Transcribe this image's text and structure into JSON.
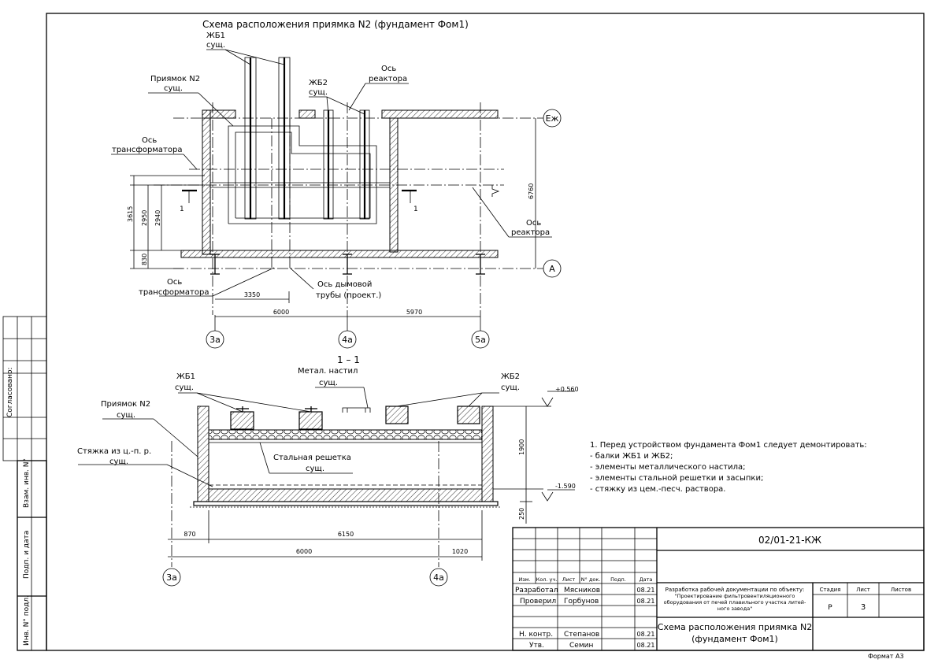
{
  "plan": {
    "title": "Схема расположения приямка N2 (фундамент Фом1)",
    "zhb1": [
      "ЖБ1",
      "сущ."
    ],
    "zhb2": [
      "ЖБ2",
      "сущ."
    ],
    "pit": [
      "Приямок N2",
      "сущ."
    ],
    "axis_reactor_top": [
      "Ось",
      "реактора"
    ],
    "axis_reactor_right": [
      "Ось",
      "реактора"
    ],
    "axis_transformer_left": [
      "Ось",
      "трансформатора"
    ],
    "axis_transformer_bottom": [
      "Ось",
      "трансформатора"
    ],
    "axis_chimney": [
      "Ось дымовой",
      "трубы (проект.)"
    ],
    "grid_e": "Еж",
    "grid_a": "А",
    "grid_3a": "3а",
    "grid_4a": "4а",
    "grid_5a": "5а",
    "section_mark": "1",
    "dims": {
      "d3615": "3615",
      "d2950": "2950",
      "d2940": "2940",
      "d830": "830",
      "d6760": "6760",
      "d3350": "3350",
      "d6000": "6000",
      "d5970": "5970"
    }
  },
  "section": {
    "title": "1 – 1",
    "metal_deck": [
      "Метал. настил",
      "сущ."
    ],
    "zhb1": [
      "ЖБ1",
      "сущ."
    ],
    "zhb2": [
      "ЖБ2",
      "сущ."
    ],
    "pit": [
      "Приямок N2",
      "сущ."
    ],
    "screed": [
      "Стяжка из ц.-п. р.",
      "сущ."
    ],
    "grate": [
      "Стальная решетка",
      "сущ."
    ],
    "level_top": "+0.560",
    "level_bottom": "-1.590",
    "dims": {
      "d1900": "1900",
      "d250": "250",
      "d870": "870",
      "d6150": "6150",
      "d6000": "6000",
      "d1020": "1020"
    },
    "grid_3a": "3а",
    "grid_4a": "4а"
  },
  "notes": [
    "1. Перед устройством фундамента Фом1 следует демонтировать:",
    "- балки ЖБ1 и ЖБ2;",
    "- элементы металлического настила;",
    "- элементы стальной решетки и засыпки;",
    "- стяжку из цем.-песч. раствора."
  ],
  "side_stamp": [
    "Согласовано:",
    "Взам. инв. N°",
    "Подп. и дата",
    "Инв. N° подл."
  ],
  "title_block": {
    "code": "02/01-21-КЖ",
    "header": [
      "Изм.",
      "Кол. уч.",
      "Лист",
      "N° док.",
      "Подп.",
      "Дата"
    ],
    "rows": [
      {
        "role": "Разработал",
        "name": "Мясников",
        "date": "08.21"
      },
      {
        "role": "Проверил",
        "name": "Горбунов",
        "date": "08.21"
      },
      {
        "role": "",
        "name": "",
        "date": ""
      },
      {
        "role": "Н. контр.",
        "name": "Степанов",
        "date": "08.21"
      },
      {
        "role": "Утв.",
        "name": "Семин",
        "date": "08.21"
      }
    ],
    "project": [
      "Разработка рабочей документации по объекту:",
      "\"Проектирование фильтровентиляционного",
      "оборудования от печей плавильного участка литей-",
      "ного завода\""
    ],
    "stage_label": "Стадия",
    "sheet_label": "Лист",
    "sheets_label": "Листов",
    "stage": "Р",
    "sheet": "3",
    "sheets": "",
    "drawing_title": [
      "Схема расположения приямка N2",
      "(фундамент Фом1)"
    ]
  },
  "format": "Формат А3"
}
